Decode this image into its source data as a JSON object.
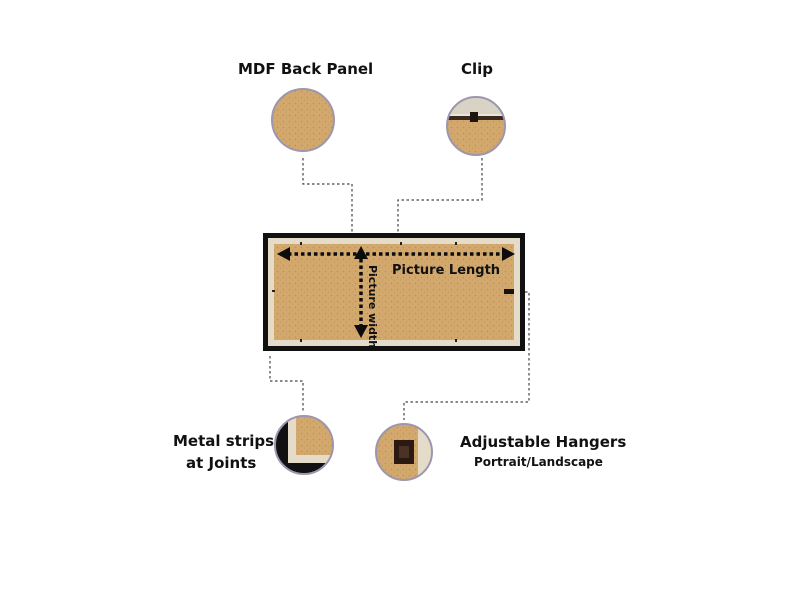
{
  "labels": {
    "mdf_back_panel": "MDF Back Panel",
    "clip": "Clip",
    "metal_strips_line1": "Metal strips",
    "metal_strips_line2": "at Joints",
    "adjustable_hangers": "Adjustable Hangers",
    "portrait_landscape": "Portrait/Landscape",
    "picture_length": "Picture Length",
    "picture_width": "Picture width"
  },
  "colors": {
    "frame": "#111111",
    "mat": "#e4dcc9",
    "board": "#d2a86d",
    "board_speck": "#b98f55",
    "circle_border": "#9d96ad",
    "leader": "#444444",
    "arrow": "#0c0c0c"
  }
}
